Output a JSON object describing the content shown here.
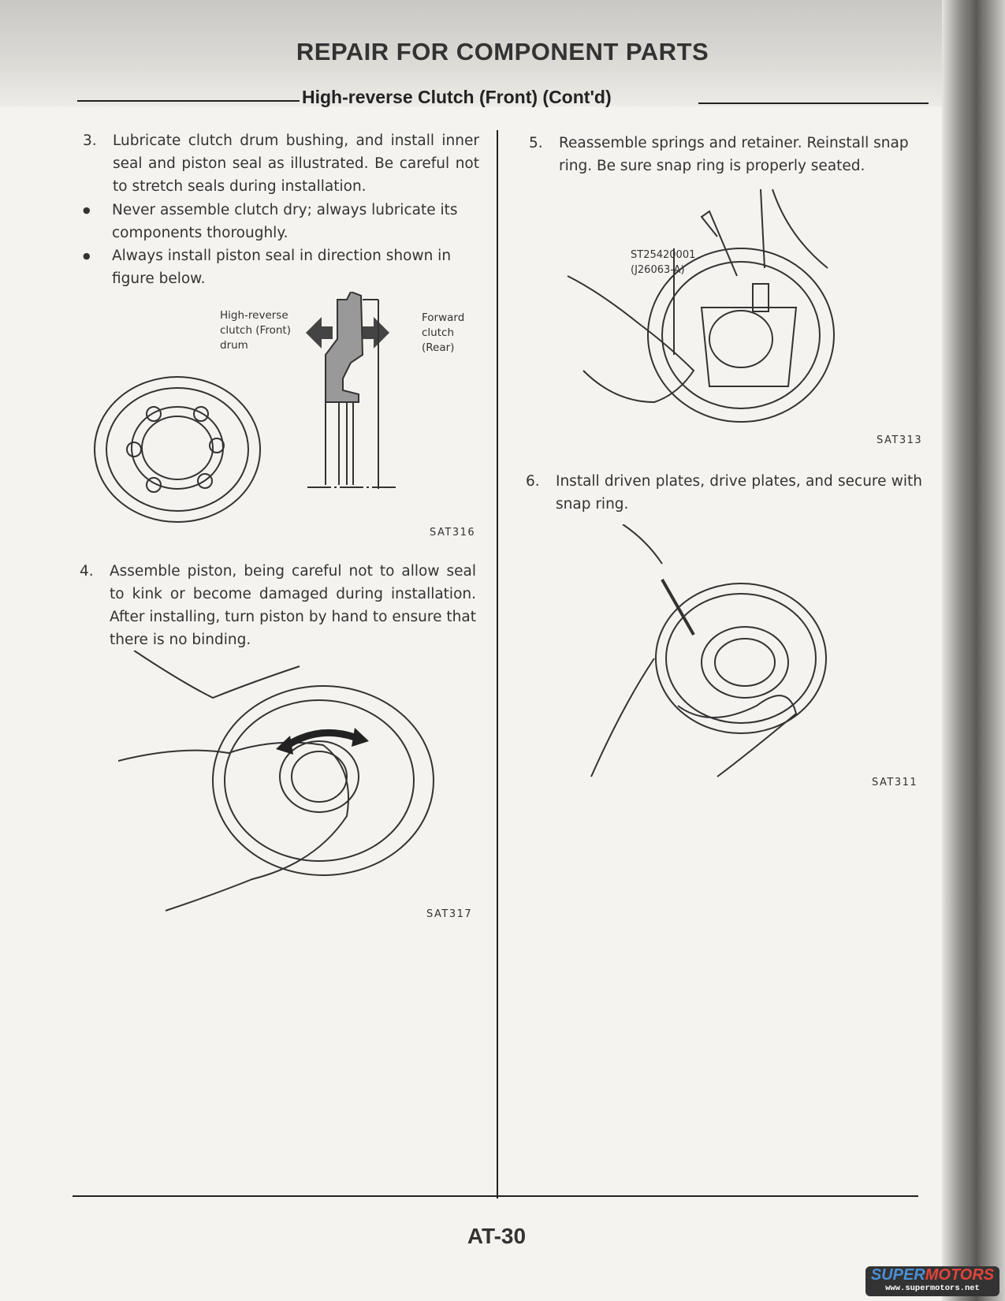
{
  "header": {
    "title": "REPAIR FOR COMPONENT PARTS",
    "subtitle": "High-reverse Clutch (Front) (Cont'd)"
  },
  "left": {
    "step3": {
      "num": "3.",
      "text": "Lubricate clutch drum bushing, and install inner seal and piston seal as illustrated. Be careful not to stretch seals during installation."
    },
    "bullets": [
      {
        "mark": "●",
        "text": "Never assemble clutch dry; always lubricate its components thoroughly."
      },
      {
        "mark": "●",
        "text": "Always install piston seal in direction shown in figure below."
      }
    ],
    "fig316": {
      "label_left": "High-reverse clutch (Front) drum",
      "label_right": "Forward clutch (Rear)",
      "caption": "SAT316"
    },
    "step4": {
      "num": "4.",
      "text": "Assemble piston, being careful not to allow seal to kink or become damaged during installation. After installing, turn piston by hand to ensure that there is no binding."
    },
    "fig317": {
      "caption": "SAT317"
    }
  },
  "right": {
    "step5": {
      "num": "5.",
      "text": "Reassemble springs and retainer. Reinstall snap ring. Be sure snap ring is properly seated."
    },
    "fig313": {
      "tool_number": "ST25420001",
      "tool_alt": "(J26063-A)",
      "caption": "SAT313"
    },
    "step6": {
      "num": "6.",
      "text": "Install driven plates, drive plates, and secure with snap ring."
    },
    "fig311": {
      "caption": "SAT311"
    }
  },
  "footer": {
    "page_number": "AT-30"
  },
  "watermark": {
    "brand_a": "SUPER",
    "brand_b": "MOTORS",
    "url": "www.supermotors.net"
  }
}
